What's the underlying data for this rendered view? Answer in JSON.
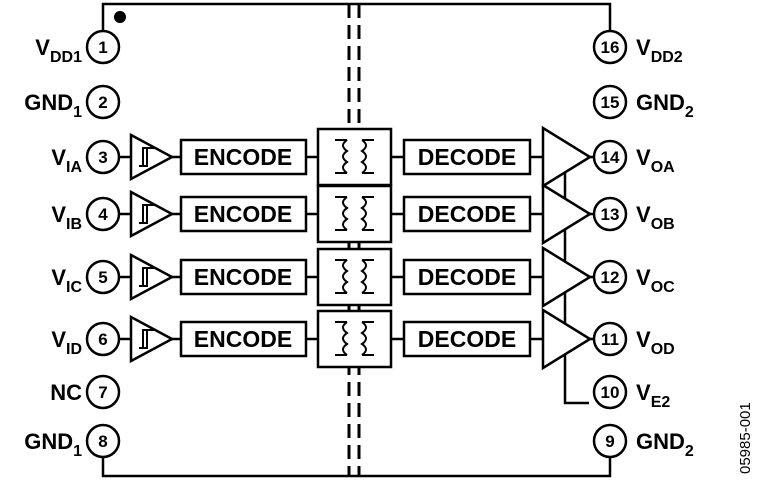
{
  "pins_left": [
    {
      "num": "1",
      "main": "V",
      "sub": "DD1"
    },
    {
      "num": "2",
      "main": "GND",
      "sub": "1"
    },
    {
      "num": "3",
      "main": "V",
      "sub": "IA"
    },
    {
      "num": "4",
      "main": "V",
      "sub": "IB"
    },
    {
      "num": "5",
      "main": "V",
      "sub": "IC"
    },
    {
      "num": "6",
      "main": "V",
      "sub": "ID"
    },
    {
      "num": "7",
      "main": "NC",
      "sub": ""
    },
    {
      "num": "8",
      "main": "GND",
      "sub": "1"
    }
  ],
  "pins_right": [
    {
      "num": "16",
      "main": "V",
      "sub": "DD2"
    },
    {
      "num": "15",
      "main": "GND",
      "sub": "2"
    },
    {
      "num": "14",
      "main": "V",
      "sub": "OA"
    },
    {
      "num": "13",
      "main": "V",
      "sub": "OB"
    },
    {
      "num": "12",
      "main": "V",
      "sub": "OC"
    },
    {
      "num": "11",
      "main": "V",
      "sub": "OD"
    },
    {
      "num": "10",
      "main": "V",
      "sub": "E2"
    },
    {
      "num": "9",
      "main": "GND",
      "sub": "2"
    }
  ],
  "channels": [
    {
      "encode_label": "ENCODE",
      "decode_label": "DECODE"
    },
    {
      "encode_label": "ENCODE",
      "decode_label": "DECODE"
    },
    {
      "encode_label": "ENCODE",
      "decode_label": "DECODE"
    },
    {
      "encode_label": "ENCODE",
      "decode_label": "DECODE"
    }
  ],
  "figure_code": "05985-001"
}
